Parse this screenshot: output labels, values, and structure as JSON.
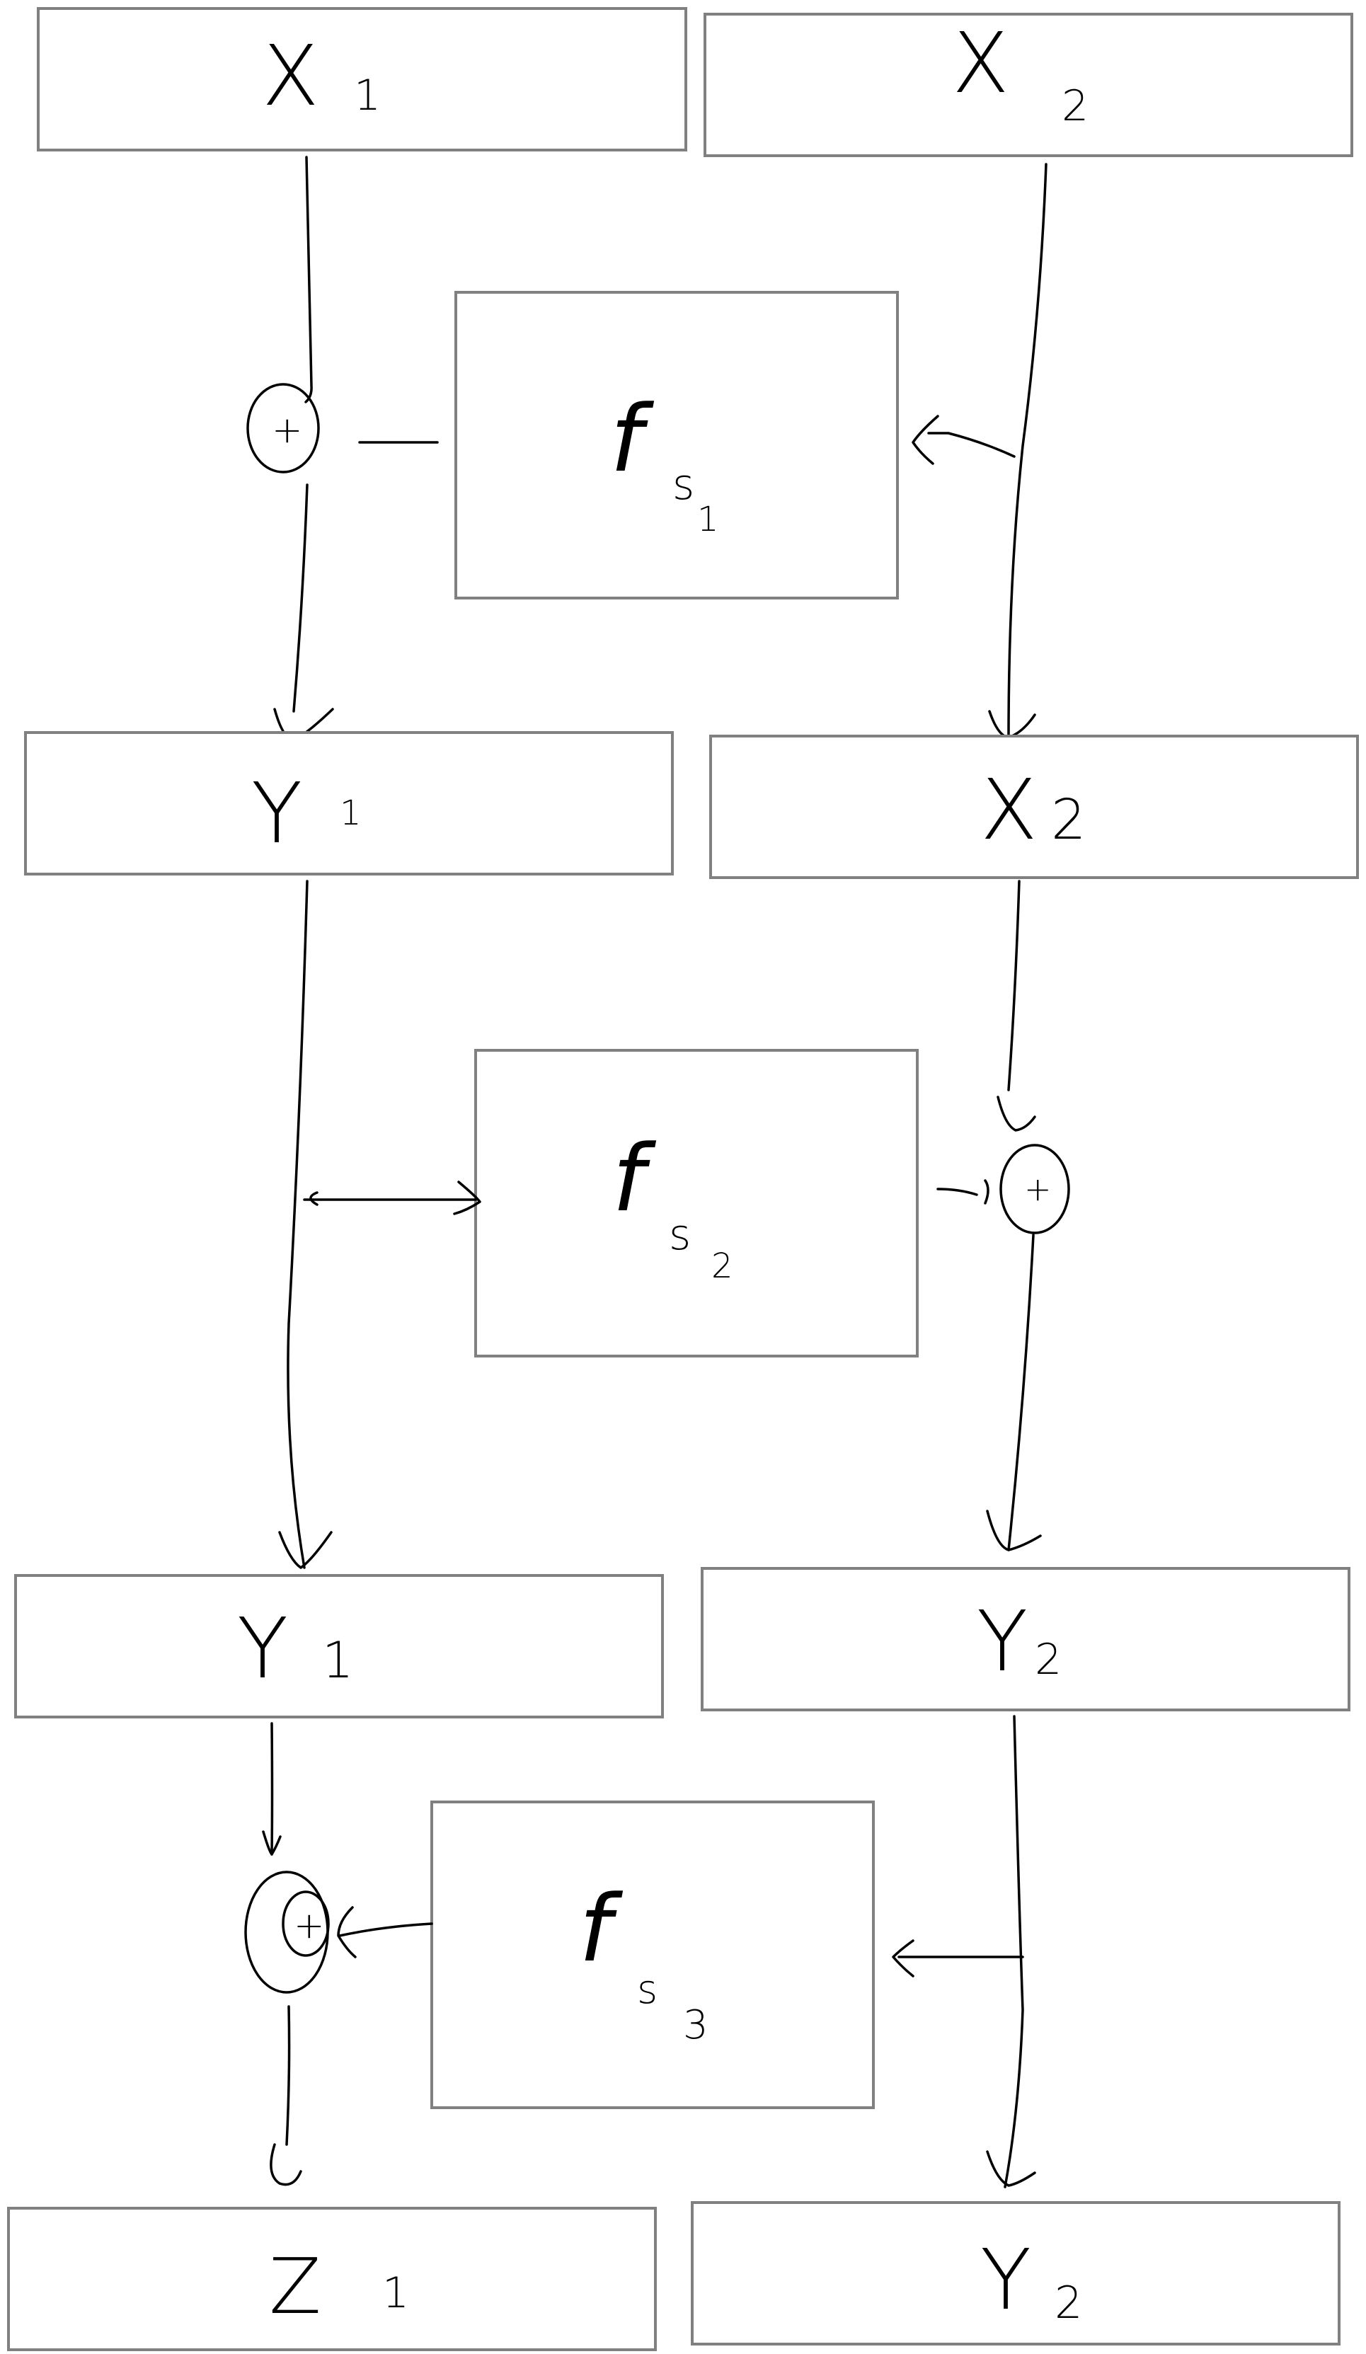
{
  "boxes": {
    "x1_top": {
      "main": "X",
      "sub": "1"
    },
    "x2_top": {
      "main": "X",
      "sub": "2"
    },
    "fs1": {
      "main": "f",
      "sub": "s",
      "subsub": "1"
    },
    "y1_mid": {
      "main": "Y",
      "sub": "1"
    },
    "x2_mid": {
      "main": "X",
      "sub": "2"
    },
    "fs2": {
      "main": "f",
      "sub": "s",
      "subsub": "2"
    },
    "y1_low": {
      "main": "Y",
      "sub": "1"
    },
    "y2_low": {
      "main": "Y",
      "sub": "2"
    },
    "fs3": {
      "main": "f",
      "sub": "s",
      "subsub": "3"
    },
    "z1_bottom": {
      "main": "Z",
      "sub": "1"
    },
    "y2_bottom": {
      "main": "Y",
      "sub": "2"
    }
  },
  "adders": {
    "adder1": "+",
    "adder2": "+",
    "adder3": "+"
  }
}
